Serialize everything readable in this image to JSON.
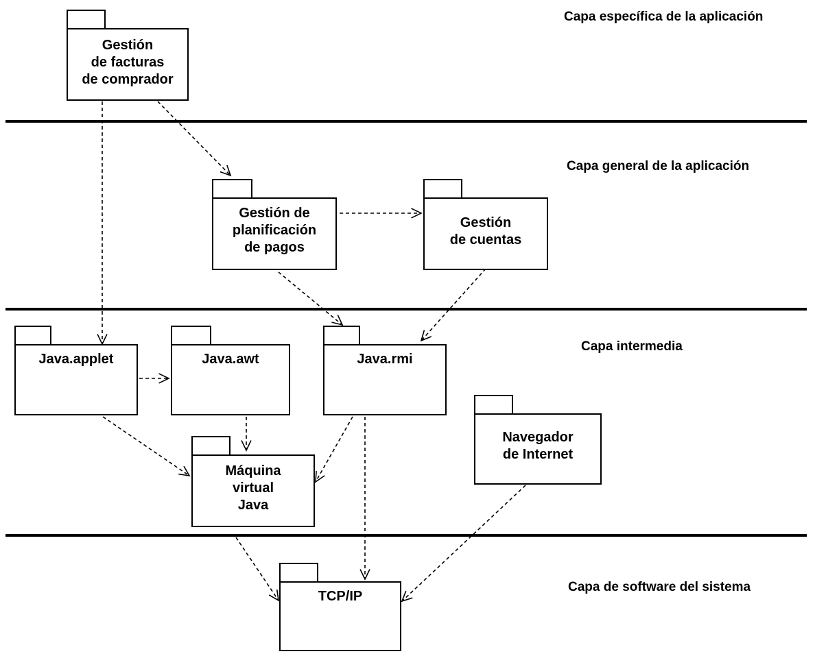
{
  "layers": [
    {
      "id": "app-specific",
      "label": "Capa específica de la aplicación"
    },
    {
      "id": "app-general",
      "label": "Capa general de la aplicación"
    },
    {
      "id": "middleware",
      "label": "Capa intermedia"
    },
    {
      "id": "system-software",
      "label": "Capa de software del sistema"
    }
  ],
  "packages": [
    {
      "id": "gestion-facturas",
      "lines": [
        "Gestión",
        "de facturas",
        "de comprador"
      ]
    },
    {
      "id": "gestion-planificacion",
      "lines": [
        "Gestión de",
        "planificación",
        "de pagos"
      ]
    },
    {
      "id": "gestion-cuentas",
      "lines": [
        "Gestión",
        "de cuentas"
      ]
    },
    {
      "id": "java-applet",
      "lines": [
        "Java.applet"
      ]
    },
    {
      "id": "java-awt",
      "lines": [
        "Java.awt"
      ]
    },
    {
      "id": "java-rmi",
      "lines": [
        "Java.rmi"
      ]
    },
    {
      "id": "maquina-virtual",
      "lines": [
        "Máquina",
        "virtual",
        "Java"
      ]
    },
    {
      "id": "navegador",
      "lines": [
        "Navegador",
        "de Internet"
      ]
    },
    {
      "id": "tcp-ip",
      "lines": [
        "TCP/IP"
      ]
    }
  ],
  "dependencies": [
    {
      "from": "gestion-facturas",
      "to": "java-applet"
    },
    {
      "from": "gestion-facturas",
      "to": "gestion-planificacion"
    },
    {
      "from": "gestion-planificacion",
      "to": "gestion-cuentas"
    },
    {
      "from": "gestion-planificacion",
      "to": "java-rmi"
    },
    {
      "from": "gestion-cuentas",
      "to": "java-rmi"
    },
    {
      "from": "java-applet",
      "to": "java-awt"
    },
    {
      "from": "java-applet",
      "to": "maquina-virtual"
    },
    {
      "from": "java-awt",
      "to": "maquina-virtual"
    },
    {
      "from": "java-rmi",
      "to": "maquina-virtual"
    },
    {
      "from": "java-rmi",
      "to": "tcp-ip"
    },
    {
      "from": "maquina-virtual",
      "to": "tcp-ip"
    },
    {
      "from": "navegador",
      "to": "tcp-ip"
    }
  ]
}
